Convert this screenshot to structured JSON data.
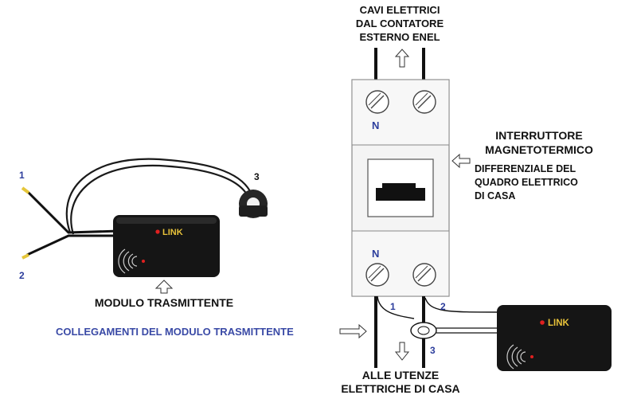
{
  "labels": {
    "cables_line1": "CAVI ELETTRICI",
    "cables_line2": "DAL CONTATORE",
    "cables_line3": "ESTERNO ENEL",
    "breaker_line1": "INTERRUTTORE",
    "breaker_line2": "MAGNETOTERMICO",
    "breaker_line3": "DIFFERENZIALE DEL",
    "breaker_line4": "QUADRO ELETTRICO",
    "breaker_line5": "DI CASA",
    "module_label": "MODULO TRASMITTENTE",
    "connections_label": "COLLEGAMENTI DEL MODULO TRASMITTENTE",
    "utilities_line1": "ALLE UTENZE",
    "utilities_line2": "ELETTRICHE DI CASA"
  },
  "markers": {
    "wire_1": "1",
    "wire_2": "2",
    "wire_3": "3",
    "diag_1": "1",
    "diag_2": "2",
    "diag_3": "3",
    "neutral_top": "N",
    "neutral_bottom": "N"
  },
  "device": {
    "brand": "LINK",
    "led_color": "#e02020",
    "body_color": "#151515"
  },
  "colors": {
    "marker_blue": "#2c3d9c",
    "connection_blue": "#3a4aa6",
    "text_black": "#111111"
  }
}
